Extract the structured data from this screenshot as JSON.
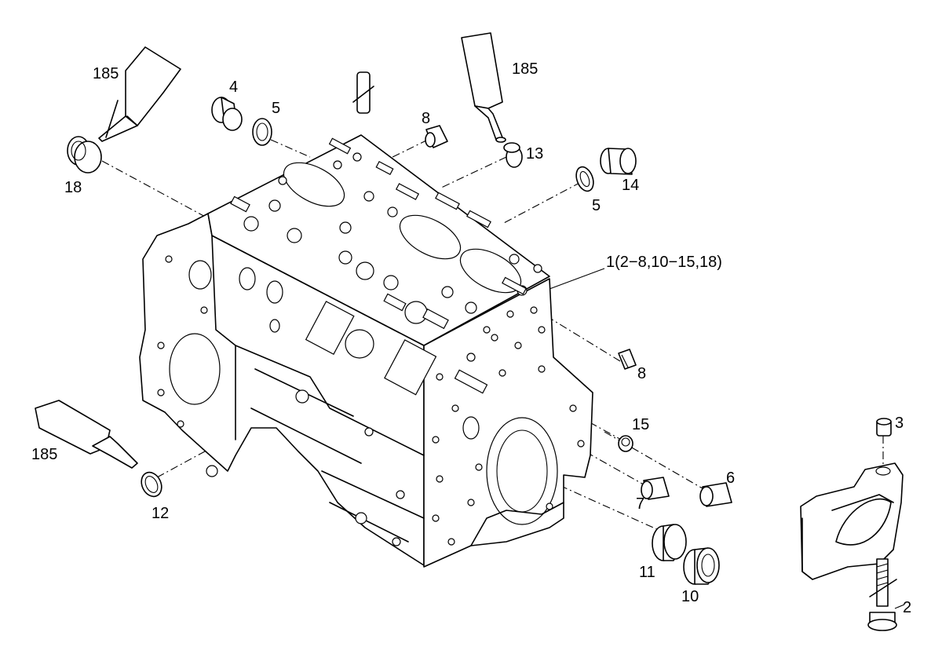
{
  "labels": {
    "sealant_a": "185",
    "sealant_b": "185",
    "sealant_c": "185",
    "part_1": "1(2−8,10−15,18)",
    "part_2": "2",
    "part_3": "3",
    "part_4": "4",
    "part_5a": "5",
    "part_5b": "5",
    "part_6": "6",
    "part_7": "7",
    "part_8a": "8",
    "part_8b": "8",
    "part_10": "10",
    "part_11": "11",
    "part_12": "12",
    "part_13": "13",
    "part_14": "14",
    "part_15": "15",
    "part_18": "18"
  }
}
